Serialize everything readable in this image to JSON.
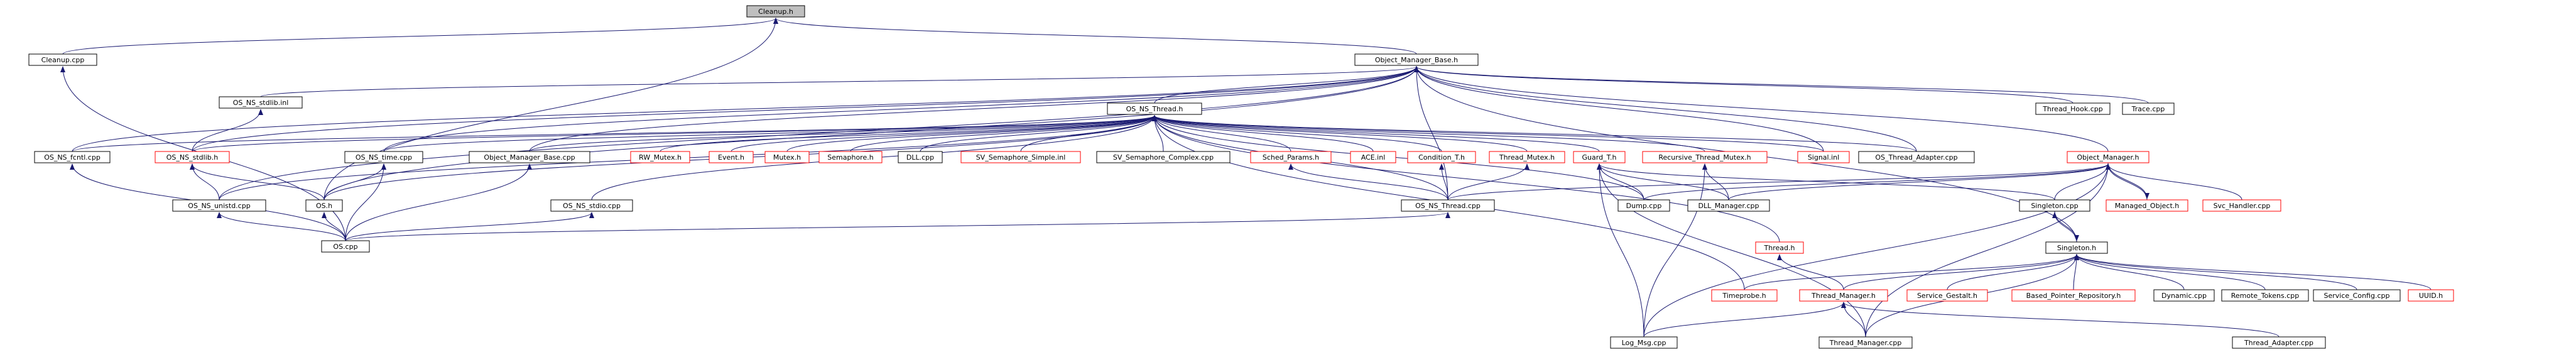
{
  "colors": {
    "edge": "#191970",
    "node_border_default": "#000000",
    "node_border_unresolved": "#ff0000",
    "node_fill_focus": "#bfbfbf",
    "node_fill": "#ffffff"
  },
  "nodes": {
    "cleanup_h": "Cleanup.h",
    "cleanup_cpp": "Cleanup.cpp",
    "object_manager_base_h": "Object_Manager_Base.h",
    "os_ns_stdlib_inl": "OS_NS_stdlib.inl",
    "os_ns_thread_h": "OS_NS_Thread.h",
    "thread_hook_cpp": "Thread_Hook.cpp",
    "trace_cpp": "Trace.cpp",
    "os_ns_fcntl_cpp": "OS_NS_fcntl.cpp",
    "os_ns_stdlib_h": "OS_NS_stdlib.h",
    "os_ns_time_cpp": "OS_NS_time.cpp",
    "object_manager_base_cpp": "Object_Manager_Base.cpp",
    "rw_mutex_h": "RW_Mutex.h",
    "event_h": "Event.h",
    "mutex_h": "Mutex.h",
    "semaphore_h": "Semaphore.h",
    "dll_cpp": "DLL.cpp",
    "sv_semaphore_simple_inl": "SV_Semaphore_Simple.inl",
    "sv_semaphore_complex_cpp": "SV_Semaphore_Complex.cpp",
    "sched_params_h": "Sched_Params.h",
    "ace_inl": "ACE.inl",
    "condition_t_h": "Condition_T.h",
    "thread_mutex_h": "Thread_Mutex.h",
    "guard_t_h": "Guard_T.h",
    "recursive_thread_mutex_h": "Recursive_Thread_Mutex.h",
    "signal_inl": "Signal.inl",
    "os_thread_adapter_cpp": "OS_Thread_Adapter.cpp",
    "object_manager_h": "Object_Manager.h",
    "os_ns_unistd_cpp": "OS_NS_unistd.cpp",
    "os_h": "OS.h",
    "os_ns_stdio_cpp": "OS_NS_stdio.cpp",
    "os_ns_thread_cpp": "OS_NS_Thread.cpp",
    "dump_cpp": "Dump.cpp",
    "dll_manager_cpp": "DLL_Manager.cpp",
    "singleton_cpp": "Singleton.cpp",
    "managed_object_h": "Managed_Object.h",
    "svc_handler_cpp": "Svc_Handler.cpp",
    "os_cpp": "OS.cpp",
    "thread_h": "Thread.h",
    "singleton_h": "Singleton.h",
    "timeprobe_h": "Timeprobe.h",
    "thread_manager_h": "Thread_Manager.h",
    "service_gestalt_h": "Service_Gestalt.h",
    "based_pointer_repository_h": "Based_Pointer_Repository.h",
    "dynamic_cpp": "Dynamic.cpp",
    "remote_tokens_cpp": "Remote_Tokens.cpp",
    "service_config_cpp": "Service_Config.cpp",
    "uuid_h": "UUID.h",
    "log_msg_cpp": "Log_Msg.cpp",
    "thread_manager_cpp": "Thread_Manager.cpp",
    "thread_adapter_cpp": "Thread_Adapter.cpp"
  }
}
